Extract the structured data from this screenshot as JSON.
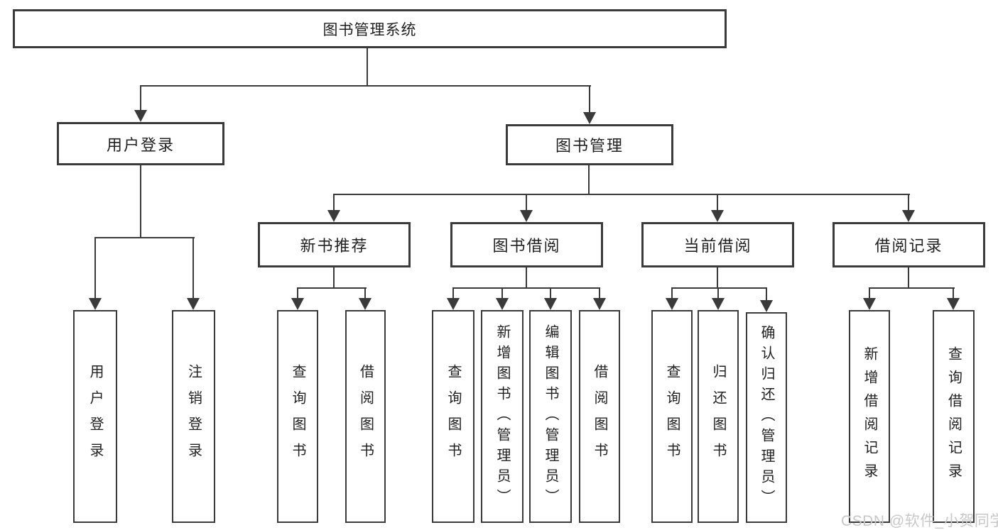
{
  "diagram": {
    "title": "图书管理系统",
    "branches": [
      {
        "label": "用户登录",
        "children": [
          {
            "label": "用户登录"
          },
          {
            "label": "注销登录"
          }
        ]
      },
      {
        "label": "图书管理",
        "children": [
          {
            "label": "新书推荐",
            "children": [
              {
                "label": "查询图书"
              },
              {
                "label": "借阅图书"
              }
            ]
          },
          {
            "label": "图书借阅",
            "children": [
              {
                "label": "查询图书"
              },
              {
                "label": "新增图书（管理员）"
              },
              {
                "label": "编辑图书（管理员）"
              },
              {
                "label": "借阅图书"
              }
            ]
          },
          {
            "label": "当前借阅",
            "children": [
              {
                "label": "查询图书"
              },
              {
                "label": "归还图书"
              },
              {
                "label": "确认归还（管理员）"
              }
            ]
          },
          {
            "label": "借阅记录",
            "children": [
              {
                "label": "新增借阅记录"
              },
              {
                "label": "查询借阅记录"
              }
            ]
          }
        ]
      }
    ]
  },
  "watermark": {
    "text": "CSDN @软件_小贺同学"
  },
  "colors": {
    "line": "#3a3a3a",
    "text": "#212121",
    "background": "#ffffff",
    "watermark": "#c7c7c7"
  }
}
